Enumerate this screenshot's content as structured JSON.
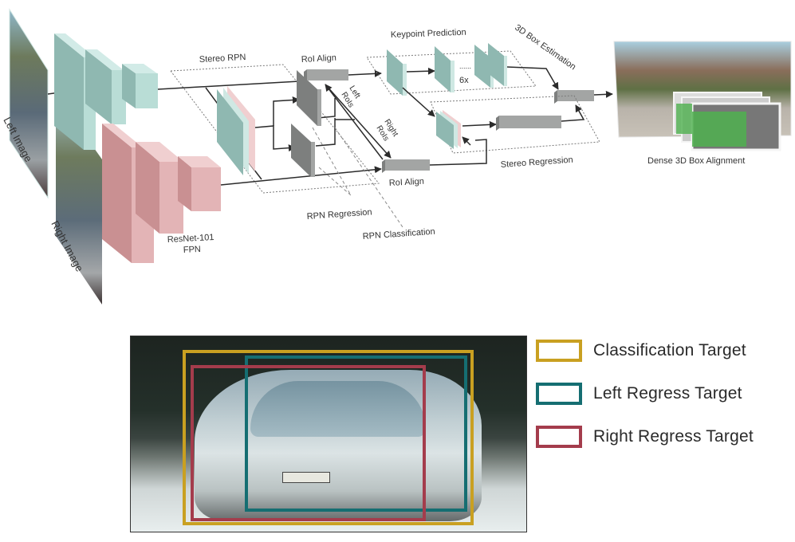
{
  "diagram": {
    "top": {
      "inputs": {
        "left_image_label": "Left Image",
        "right_image_label": "Right Image"
      },
      "backbone": {
        "label_line1": "ResNet-101",
        "label_line2": "FPN",
        "left_color": "#b9ddd6",
        "right_color": "#e3b4b6"
      },
      "stereo_rpn": {
        "label": "Stereo RPN",
        "rpn_regression_label": "RPN Regression",
        "rpn_classification_label": "RPN Classification"
      },
      "roi_align": {
        "top_label": "RoI Align",
        "bottom_label": "RoI Align",
        "left_rois_line1": "Left",
        "left_rois_line2": "RoIs",
        "right_rois_line1": "Right",
        "right_rois_line2": "RoIs"
      },
      "keypoint_prediction": {
        "label": "Keypoint Prediction",
        "repeat_label": "6x",
        "ellipsis": "......"
      },
      "box_estimation": {
        "label": "3D Box Estimation"
      },
      "stereo_regression": {
        "label": "Stereo Regression"
      },
      "output": {
        "label": "Dense 3D Box Alignment"
      },
      "colors": {
        "gray_block": "#a3a5a4",
        "gray_block_dark": "#7d7f7e",
        "line": "#2b2b2b",
        "dashed": "#8a8a8a"
      }
    },
    "bottom": {
      "legend": [
        {
          "label": "Classification Target",
          "color": "#c9a021"
        },
        {
          "label": "Left Regress Target",
          "color": "#156e72"
        },
        {
          "label": "Right Regress Target",
          "color": "#a43c4c"
        }
      ]
    }
  }
}
